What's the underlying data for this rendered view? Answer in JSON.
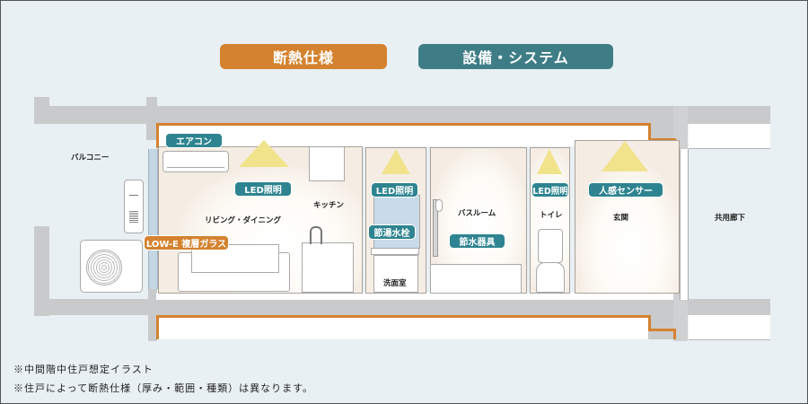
{
  "header": {
    "insulation_label": "断熱仕様",
    "equipment_label": "設備・システム",
    "colors": {
      "insulation": "#d4822f",
      "equipment": "#3e7d86"
    }
  },
  "areas": {
    "balcony": "バルコニー",
    "living": "リビング・ダイニング",
    "kitchen": "キッチン",
    "washroom": "洗面室",
    "bathroom": "バスルーム",
    "toilet": "トイレ",
    "entrance": "玄関",
    "corridor": "共用廊下"
  },
  "tags": {
    "aircon": "エアコン",
    "led_living": "LED照明",
    "low_e_glass": "LOW-E 複層ガラス",
    "led_washroom": "LED照明",
    "hot_water_faucet": "節湯水栓",
    "water_saving": "節水器具",
    "led_toilet": "LED照明",
    "motion_sensor": "人感センサー"
  },
  "notes": [
    "※中間階中住戸想定イラスト",
    "※住戸によって断熱仕様（厚み・範囲・種類）は異なります。"
  ]
}
